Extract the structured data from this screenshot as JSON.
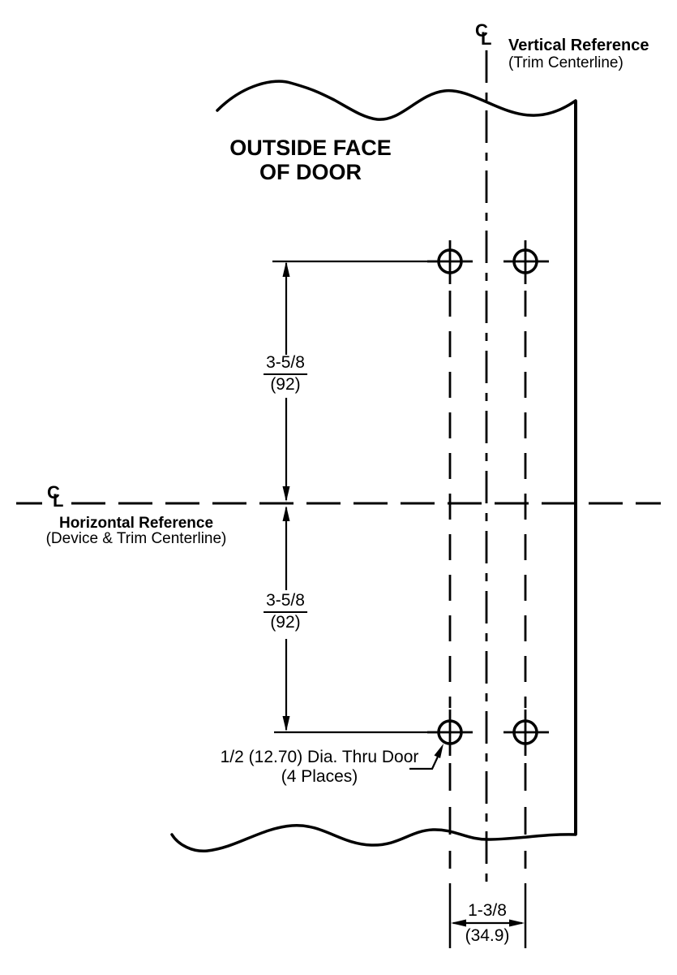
{
  "page": {
    "background": "#ffffff",
    "line_color": "#000000"
  },
  "title": {
    "line1": "OUTSIDE FACE",
    "line2": "OF DOOR"
  },
  "references": {
    "vertical": {
      "name": "Vertical Reference",
      "detail": "(Trim Centerline)"
    },
    "horizontal": {
      "name": "Horizontal Reference",
      "detail": "(Device & Trim Centerline)"
    }
  },
  "centerline_symbol": {
    "c": "C",
    "l": "L"
  },
  "dimensions": {
    "upper_vertical": {
      "imperial": "3-5/8",
      "metric": "(92)"
    },
    "lower_vertical": {
      "imperial": "3-5/8",
      "metric": "(92)"
    },
    "hole_spacing": {
      "imperial": "1-3/8",
      "metric": "(34.9)"
    }
  },
  "callouts": {
    "hole": {
      "line1": "1/2 (12.70) Dia. Thru Door",
      "line2": "(4 Places)"
    }
  }
}
